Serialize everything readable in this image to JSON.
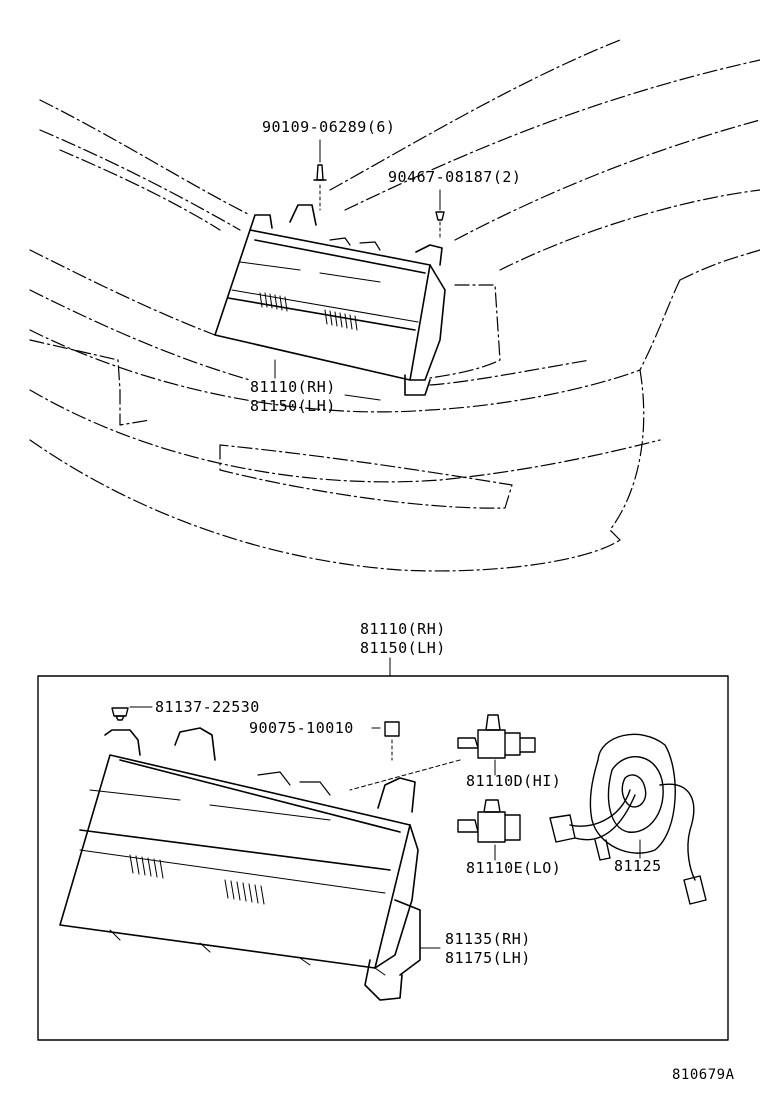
{
  "labels": {
    "bolt_top": "90109-06289(6)",
    "clip_top": "90467-08187(2)",
    "unit_top_rh": "81110(RH)",
    "unit_top_lh": "81150(LH)",
    "unit_box_rh": "81110(RH)",
    "unit_box_lh": "81150(LH)",
    "screw_box": "81137-22530",
    "nut_box": "90075-10010",
    "bulb_hi": "81110D(HI)",
    "bulb_lo": "81110E(LO)",
    "socket": "81125",
    "housing_rh": "81135(RH)",
    "housing_lh": "81175(LH)",
    "figure_ref": "810679A"
  }
}
